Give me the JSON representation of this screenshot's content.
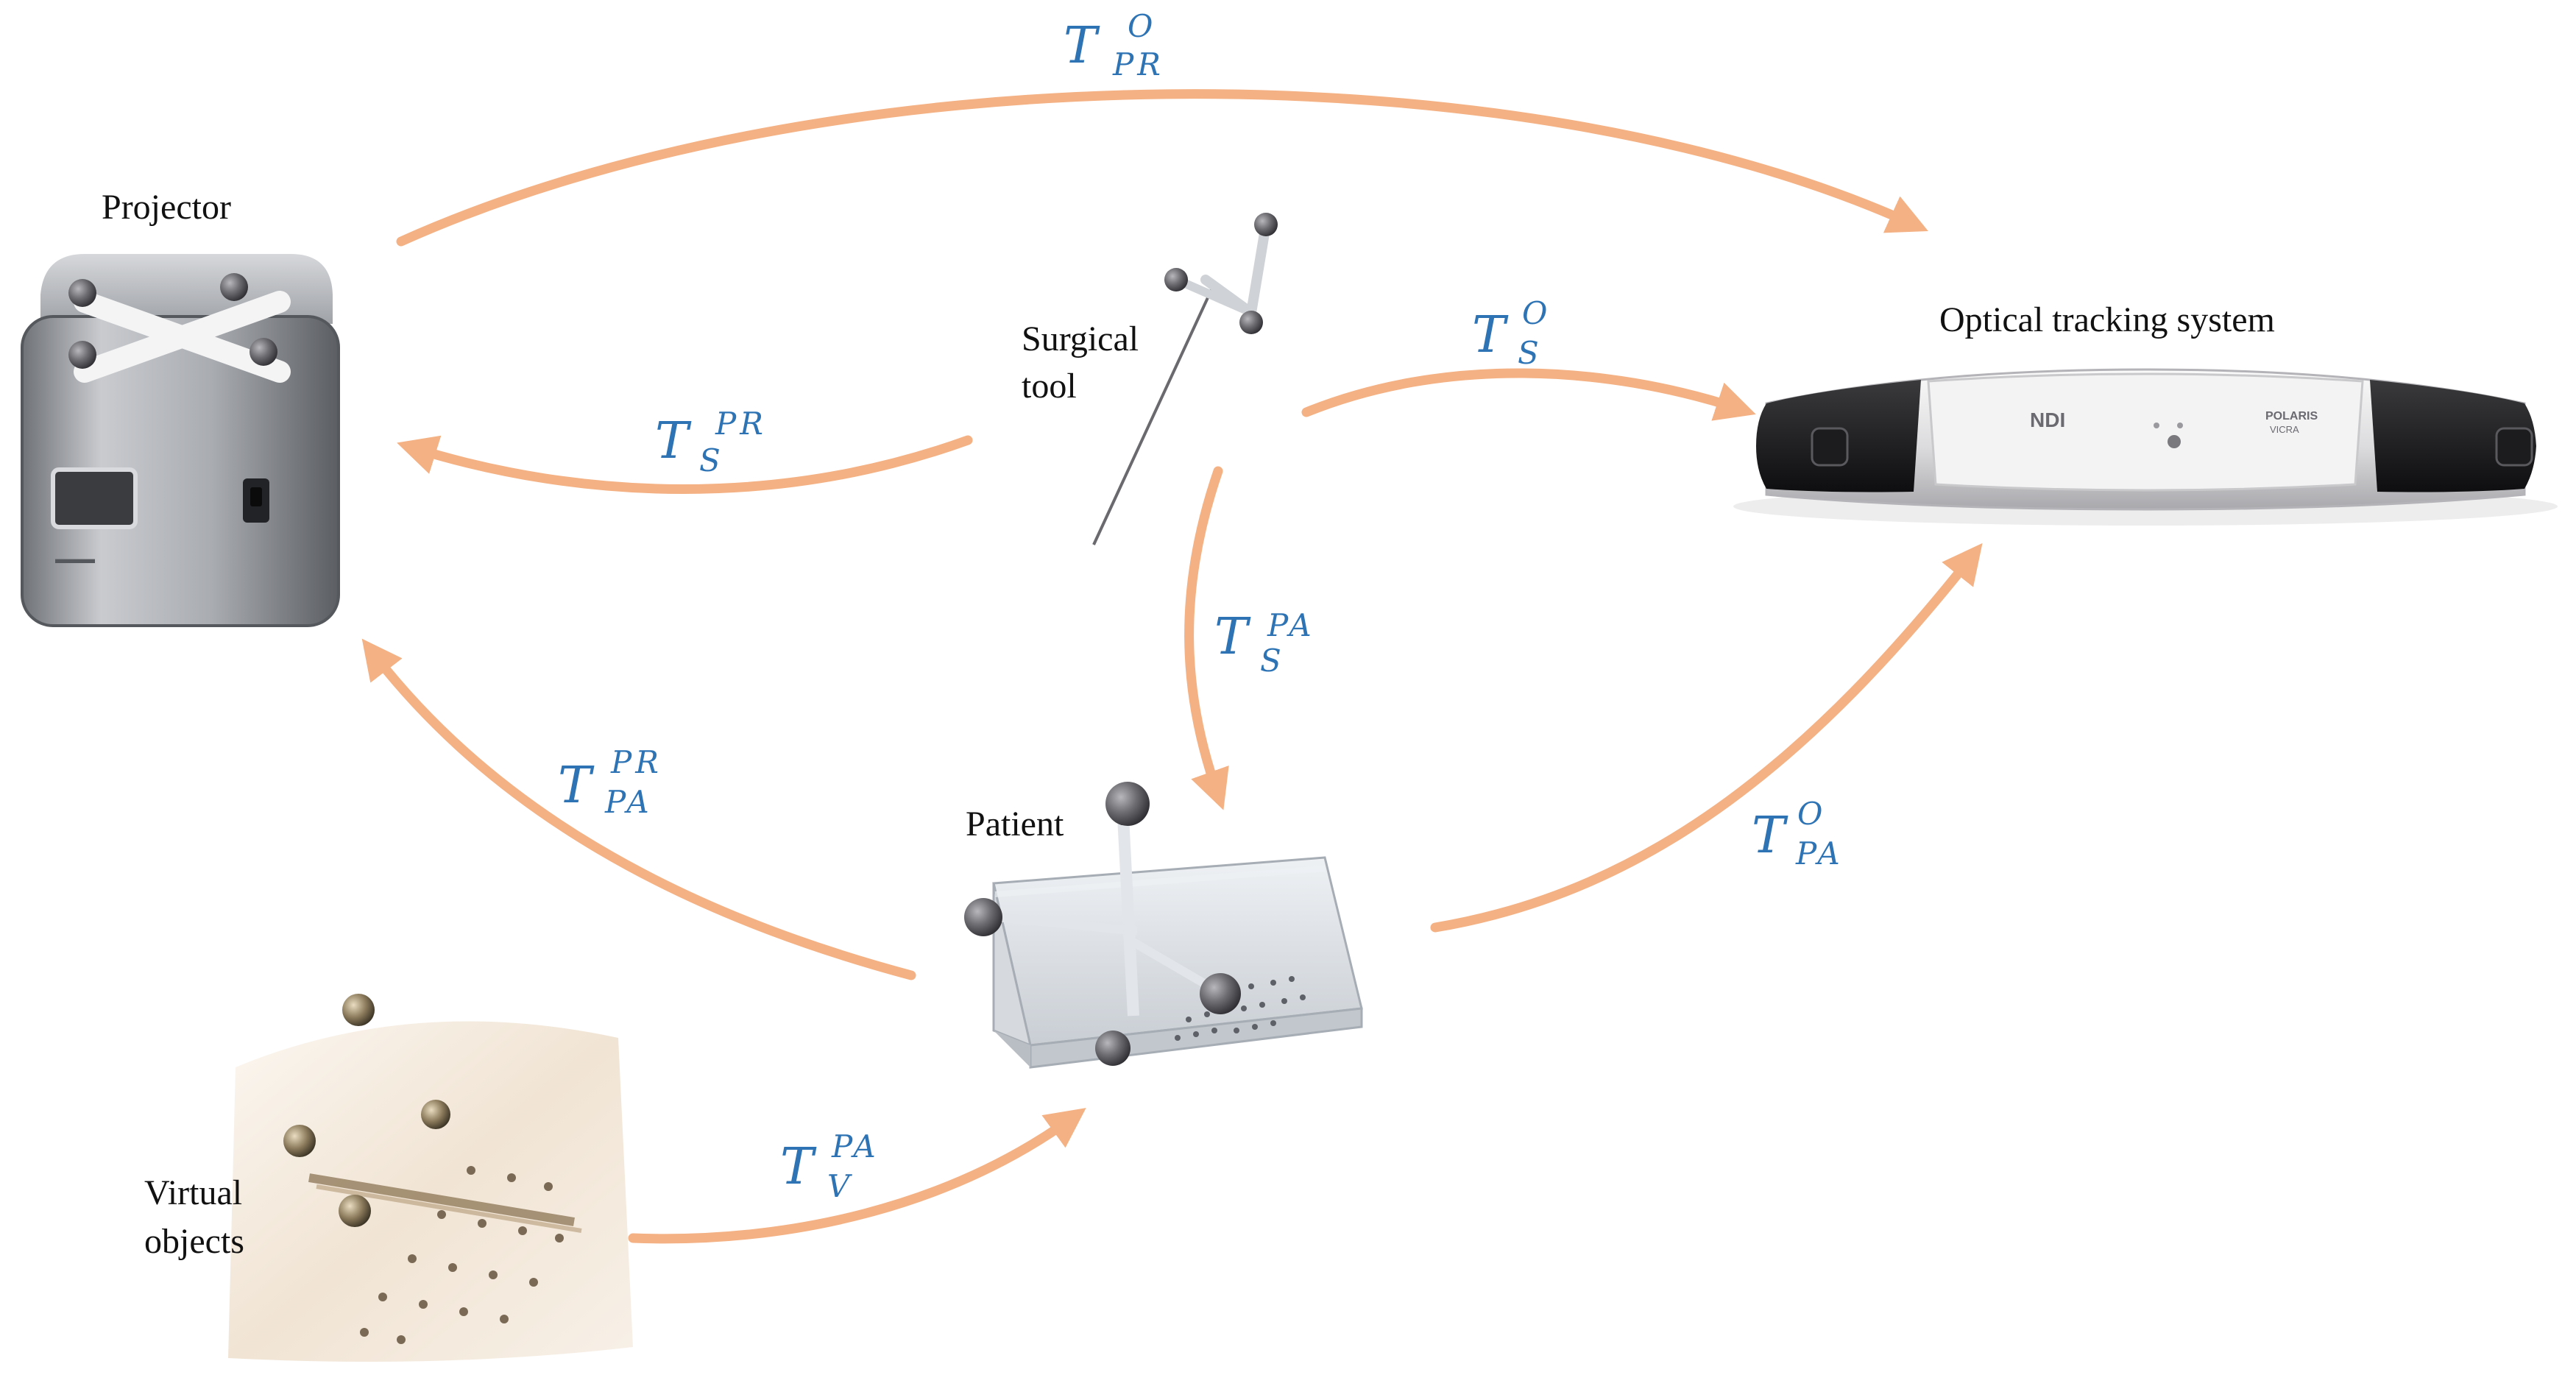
{
  "colors": {
    "arrow": "#F4B183",
    "math": "#2E74B5",
    "text": "#111111"
  },
  "labels": {
    "projector": "Projector",
    "surgical_tool_line1": "Surgical",
    "surgical_tool_line2": "tool",
    "optical_tracking": "Optical tracking system",
    "patient": "Patient",
    "virtual_line1": "Virtual",
    "virtual_line2": "objects"
  },
  "device": {
    "brand": "NDI",
    "product_line1": "POLARIS",
    "product_line2": "VICRA"
  },
  "transforms": {
    "pr_o": {
      "base": "T",
      "sup": "O",
      "sub": "PR"
    },
    "s_o": {
      "base": "T",
      "sup": "O",
      "sub": "S"
    },
    "s_pr": {
      "base": "T",
      "sup": "PR",
      "sub": "S"
    },
    "s_pa": {
      "base": "T",
      "sup": "PA",
      "sub": "S"
    },
    "pa_pr": {
      "base": "T",
      "sup": "PR",
      "sub": "PA"
    },
    "pa_o": {
      "base": "T",
      "sup": "O",
      "sub": "PA"
    },
    "v_pa": {
      "base": "T",
      "sup": "PA",
      "sub": "V"
    }
  },
  "icons": [
    "projector-icon",
    "surgical-tool-icon",
    "optical-tracker-icon",
    "patient-phantom-icon",
    "virtual-objects-icon"
  ]
}
